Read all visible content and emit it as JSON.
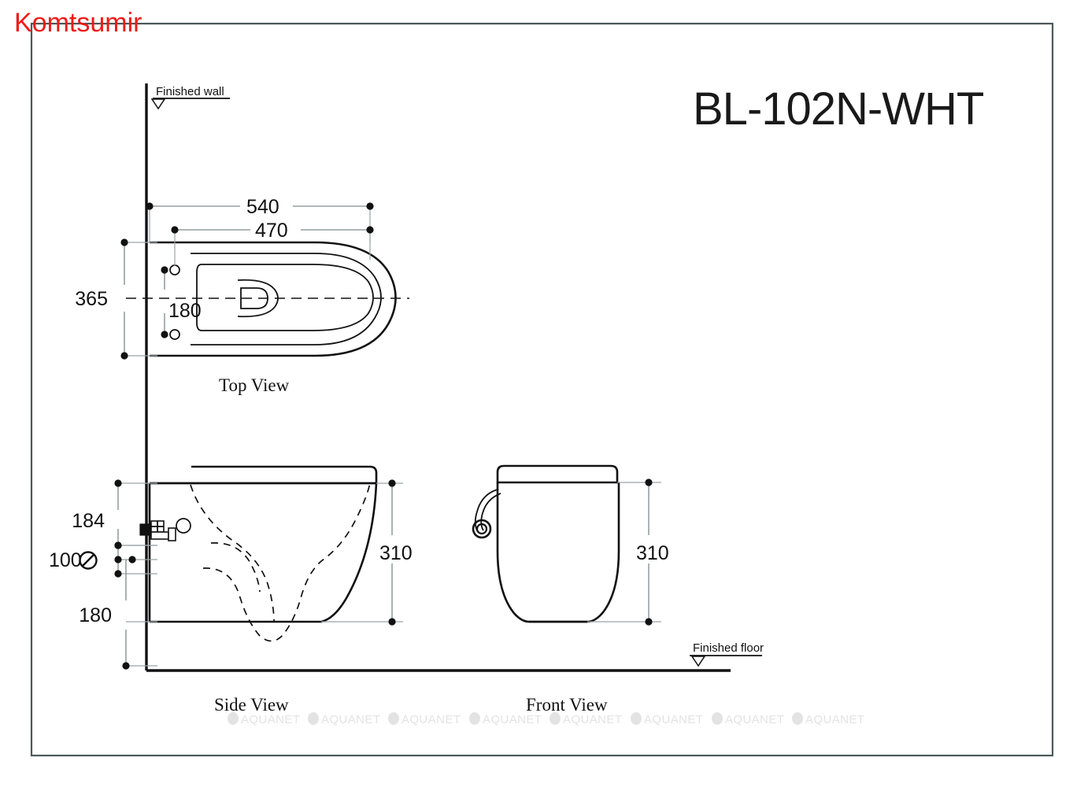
{
  "watermark": {
    "brand": "Komtsumir",
    "color": "#ee1c18"
  },
  "title": {
    "model_code": "BL-102N-WHT"
  },
  "annotations": {
    "finished_wall": "Finished wall",
    "finished_floor": "Finished floor"
  },
  "views": [
    {
      "id": "top",
      "label": "Top View"
    },
    {
      "id": "side",
      "label": "Side View"
    },
    {
      "id": "front",
      "label": "Front View"
    }
  ],
  "dimensions": {
    "top_view": [
      {
        "name": "overall-depth",
        "value": "540"
      },
      {
        "name": "bowl-projection",
        "value": "470"
      },
      {
        "name": "overall-width",
        "value": "365"
      },
      {
        "name": "bolt-spacing",
        "value": "180"
      }
    ],
    "side_view": [
      {
        "name": "inlet-height",
        "value": "184"
      },
      {
        "name": "waste-diameter",
        "value": "100"
      },
      {
        "name": "waste-height",
        "value": "180"
      },
      {
        "name": "bowl-height",
        "value": "310"
      }
    ],
    "front_view": [
      {
        "name": "bowl-height",
        "value": "310"
      }
    ]
  },
  "symbols": {
    "diameter": "⌀"
  },
  "footer_watermarks": {
    "label": "AQUANET",
    "count": 8,
    "color": "#e3e3e3"
  }
}
